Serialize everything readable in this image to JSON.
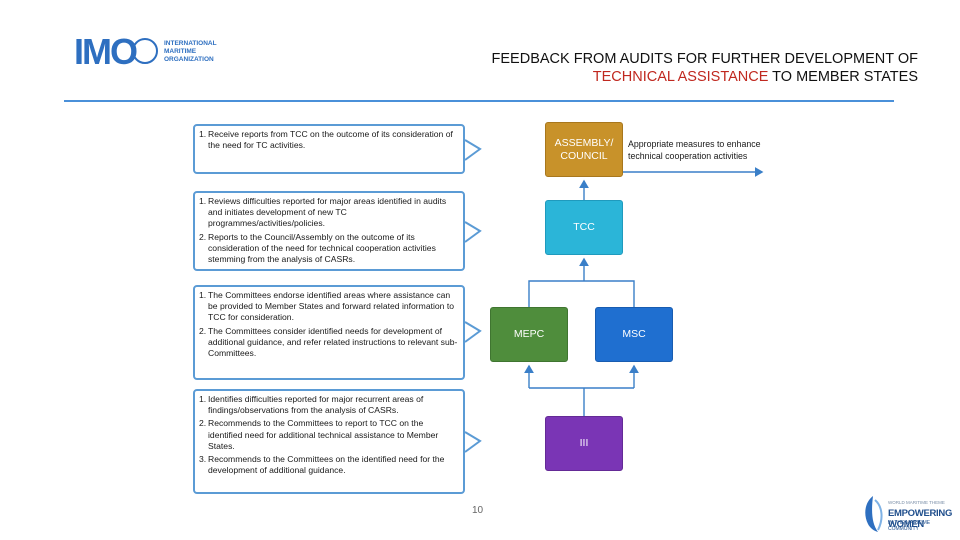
{
  "header": {
    "logo_letters": "IMO",
    "logo_org_lines": [
      "INTERNATIONAL",
      "MARITIME",
      "ORGANIZATION"
    ],
    "title_line1": "FEEDBACK FROM AUDITS FOR FURTHER DEVELOPMENT OF",
    "title_line2_highlight": "TECHNICAL ASSISTANCE",
    "title_line2_rest": " TO MEMBER STATES"
  },
  "notes": [
    {
      "items": [
        {
          "num": "1.",
          "text": "Receive reports from TCC on the outcome of its consideration of the need for TC activities."
        }
      ]
    },
    {
      "items": [
        {
          "num": "1.",
          "text": "Reviews difficulties reported for major areas identified in audits and initiates development of new TC programmes/activities/policies."
        },
        {
          "num": "2.",
          "text": "Reports to the Council/Assembly on the outcome of its consideration of the need for technical cooperation activities stemming from the analysis of CASRs."
        }
      ]
    },
    {
      "items": [
        {
          "num": "1.",
          "text": "The Committees endorse identified areas where assistance can be provided to Member States and forward related information to TCC for consideration."
        },
        {
          "num": "2.",
          "text": "The Committees consider identified needs for development of additional guidance, and refer related instructions to relevant sub-Committees."
        }
      ]
    },
    {
      "items": [
        {
          "num": "1.",
          "text": "Identifies difficulties reported for major recurrent areas of findings/observations from the analysis of CASRs."
        },
        {
          "num": "2.",
          "text": "Recommends to the Committees to report to TCC on the identified need for additional technical assistance to Member States."
        },
        {
          "num": "3.",
          "text": "Recommends to the Committees on the identified need for the development of additional guidance."
        }
      ]
    }
  ],
  "nodes": {
    "assembly": "ASSEMBLY/ COUNCIL",
    "tcc": "TCC",
    "mepc": "MEPC",
    "msc": "MSC",
    "iii": "III"
  },
  "side_text": "Appropriate measures to enhance technical cooperation activities",
  "page_number": "10",
  "footer": {
    "line1": "WORLD MARITIME THEME",
    "line2": "EMPOWERING WOMEN",
    "line3": "IN THE MARITIME COMMUNITY"
  },
  "colors": {
    "assembly": "#c8922a",
    "tcc": "#2bb5d8",
    "mepc": "#4f8d3c",
    "msc": "#1f6fd0",
    "iii": "#7a35b5",
    "accent": "#4a90d9",
    "highlight": "#c0281f"
  }
}
